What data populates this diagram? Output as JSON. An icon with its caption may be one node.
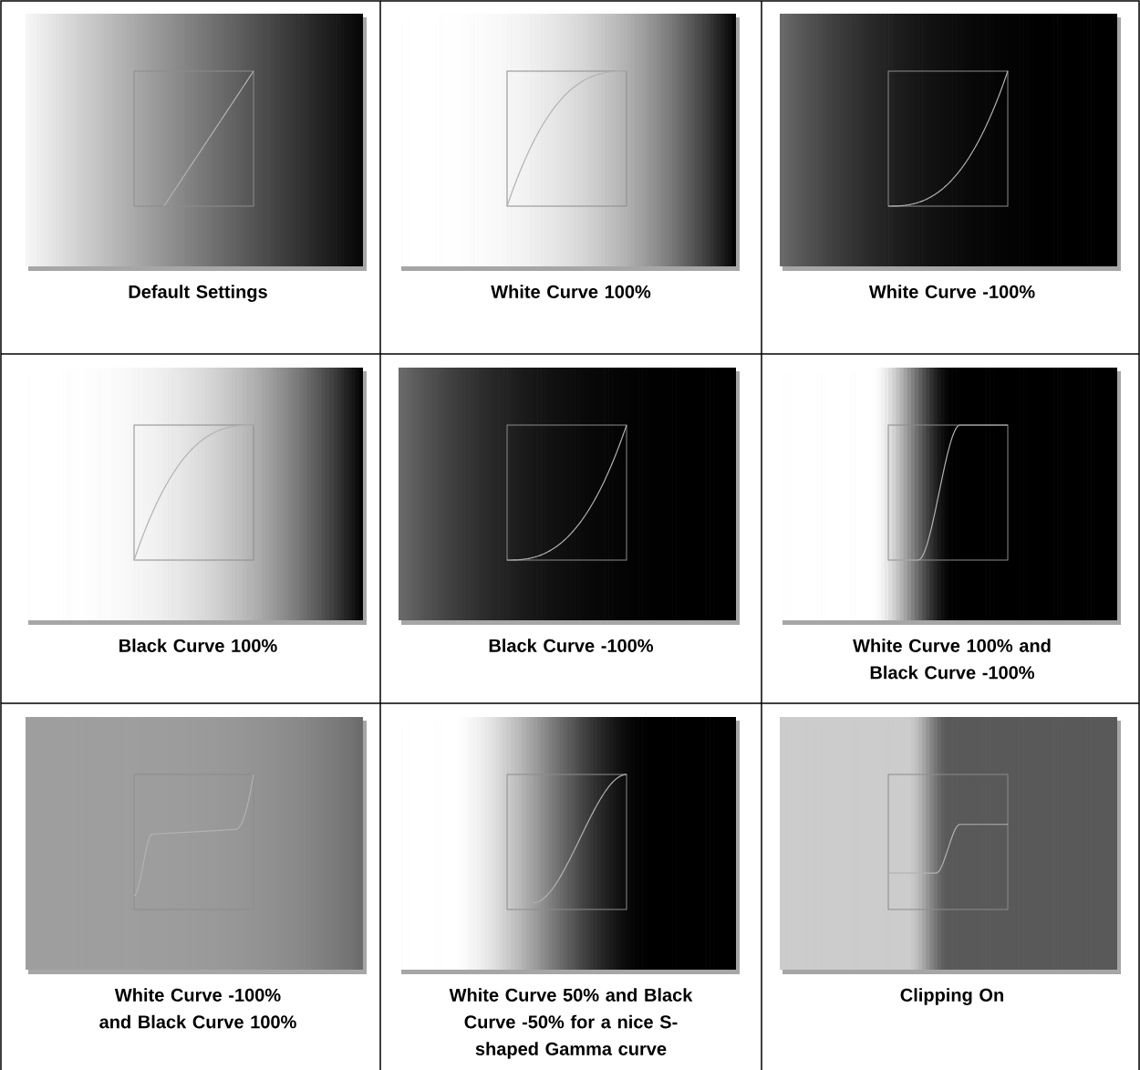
{
  "diagram": {
    "labels": [
      "Default Settings",
      "White Curve 100%",
      "White Curve -100%",
      "Black Curve 100%",
      "Black Curve -100%",
      "White Curve 100% and Black Curve -100%",
      "White Curve -100% and Black Curve 100%",
      "White Curve 50% and Black Curve -50% for a nice S-shaped Gamma curve",
      "Clipping On"
    ]
  }
}
